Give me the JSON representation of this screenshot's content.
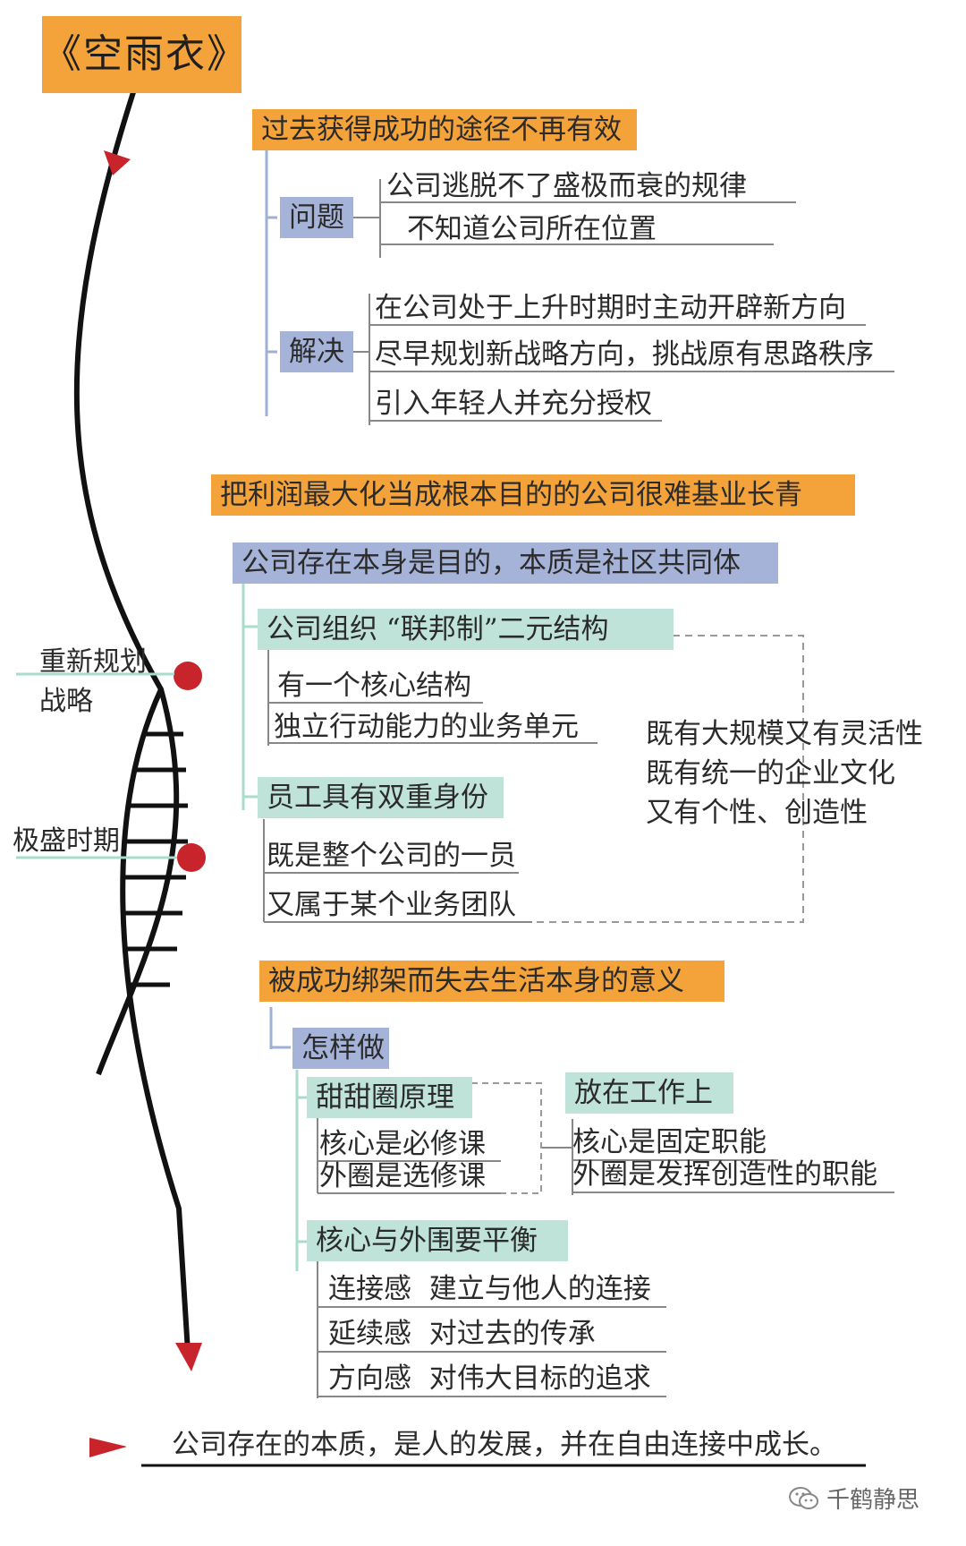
{
  "title": "《空雨衣》",
  "side_labels": {
    "replan": [
      "重新规划",
      "战略"
    ],
    "peak": "极盛时期"
  },
  "section1": {
    "heading": "过去获得成功的途径不再有效",
    "problem": {
      "label": "问题",
      "items": [
        "公司逃脱不了盛极而衰的规律",
        "不知道公司所在位置"
      ]
    },
    "solution": {
      "label": "解决",
      "items": [
        "在公司处于上升时期时主动开辟新方向",
        "尽早规划新战略方向，挑战原有思路秩序",
        "引入年轻人并充分授权"
      ]
    }
  },
  "section2": {
    "heading": "把利润最大化当成根本目的的公司很难基业长青",
    "sub": "公司存在本身是目的，本质是社区共同体",
    "federal": {
      "label": "公司组织 “联邦制”二元结构",
      "items": [
        "有一个核心结构",
        "独立行动能力的业务单元"
      ]
    },
    "dual": {
      "label": "员工具有双重身份",
      "items": [
        "既是整个公司的一员",
        "又属于某个业务团队"
      ]
    },
    "summary": [
      "既有大规模又有灵活性",
      "既有统一的企业文化",
      "又有个性、创造性"
    ]
  },
  "section3": {
    "heading": "被成功绑架而失去生活本身的意义",
    "how": "怎样做",
    "donut": {
      "label": "甜甜圈原理",
      "items": [
        "核心是必修课",
        "外圈是选修课"
      ]
    },
    "work": {
      "label": "放在工作上",
      "items": [
        "核心是固定职能",
        "外圈是发挥创造性的职能"
      ]
    },
    "balance": {
      "label": "核心与外围要平衡",
      "items": [
        "连接感  建立与他人的连接",
        "延续感  对过去的传承",
        "方向感  对伟大目标的追求"
      ]
    }
  },
  "footer": "公司存在的本质，是人的发展，并在自由连接中成长。",
  "watermark": "千鹤静思",
  "colors": {
    "orange": "#f4a23a",
    "blue": "#a6b3d8",
    "teal": "#bfe3d8",
    "red": "#c8242b",
    "line_blue": "#9fb0d6",
    "line_teal": "#a9dccd"
  }
}
